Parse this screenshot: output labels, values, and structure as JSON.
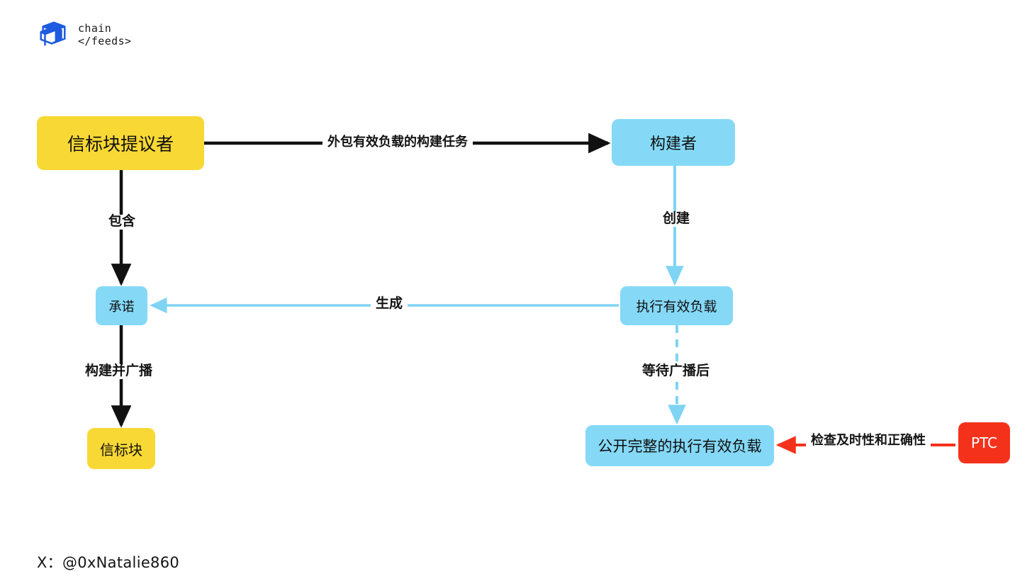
{
  "brand": {
    "logo_icon": "cube-logo-icon",
    "line1": "chain",
    "line2": "</feeds>",
    "logo_color": "#1E5BE0"
  },
  "colors": {
    "yellow": "#F8D835",
    "blue": "#85D9F7",
    "red": "#F4321C",
    "black_edge": "#111111",
    "blue_edge": "#7FD4F4",
    "red_edge": "#F4321C",
    "background": "#FFFFFF"
  },
  "diagram": {
    "type": "flowchart",
    "nodes": [
      {
        "id": "proposer",
        "label": "信标块提议者",
        "color": "yellow"
      },
      {
        "id": "builder",
        "label": "构建者",
        "color": "blue"
      },
      {
        "id": "commitment",
        "label": "承诺",
        "color": "blue"
      },
      {
        "id": "exec_payload",
        "label": "执行有效负载",
        "color": "blue"
      },
      {
        "id": "beacon_block",
        "label": "信标块",
        "color": "yellow"
      },
      {
        "id": "publish_payload",
        "label": "公开完整的执行有效负载",
        "color": "blue"
      },
      {
        "id": "ptc",
        "label": "PTC",
        "color": "red"
      }
    ],
    "edges": [
      {
        "id": "e1",
        "from": "proposer",
        "to": "builder",
        "label": "外包有效负载的构建任务",
        "style": "solid",
        "color": "black"
      },
      {
        "id": "e2",
        "from": "proposer",
        "to": "commitment",
        "label": "包含",
        "style": "solid",
        "color": "black"
      },
      {
        "id": "e3",
        "from": "builder",
        "to": "exec_payload",
        "label": "创建",
        "style": "solid",
        "color": "blue"
      },
      {
        "id": "e4",
        "from": "exec_payload",
        "to": "commitment",
        "label": "生成",
        "style": "solid",
        "color": "blue"
      },
      {
        "id": "e5",
        "from": "commitment",
        "to": "beacon_block",
        "label": "构建并广播",
        "style": "solid",
        "color": "black"
      },
      {
        "id": "e6",
        "from": "exec_payload",
        "to": "publish_payload",
        "label": "等待广播后",
        "style": "dashed",
        "color": "blue"
      },
      {
        "id": "e7",
        "from": "ptc",
        "to": "publish_payload",
        "label": "检查及时性和正确性",
        "style": "solid",
        "color": "red"
      }
    ]
  },
  "footer": {
    "handle": "X：@0xNatalie860"
  }
}
